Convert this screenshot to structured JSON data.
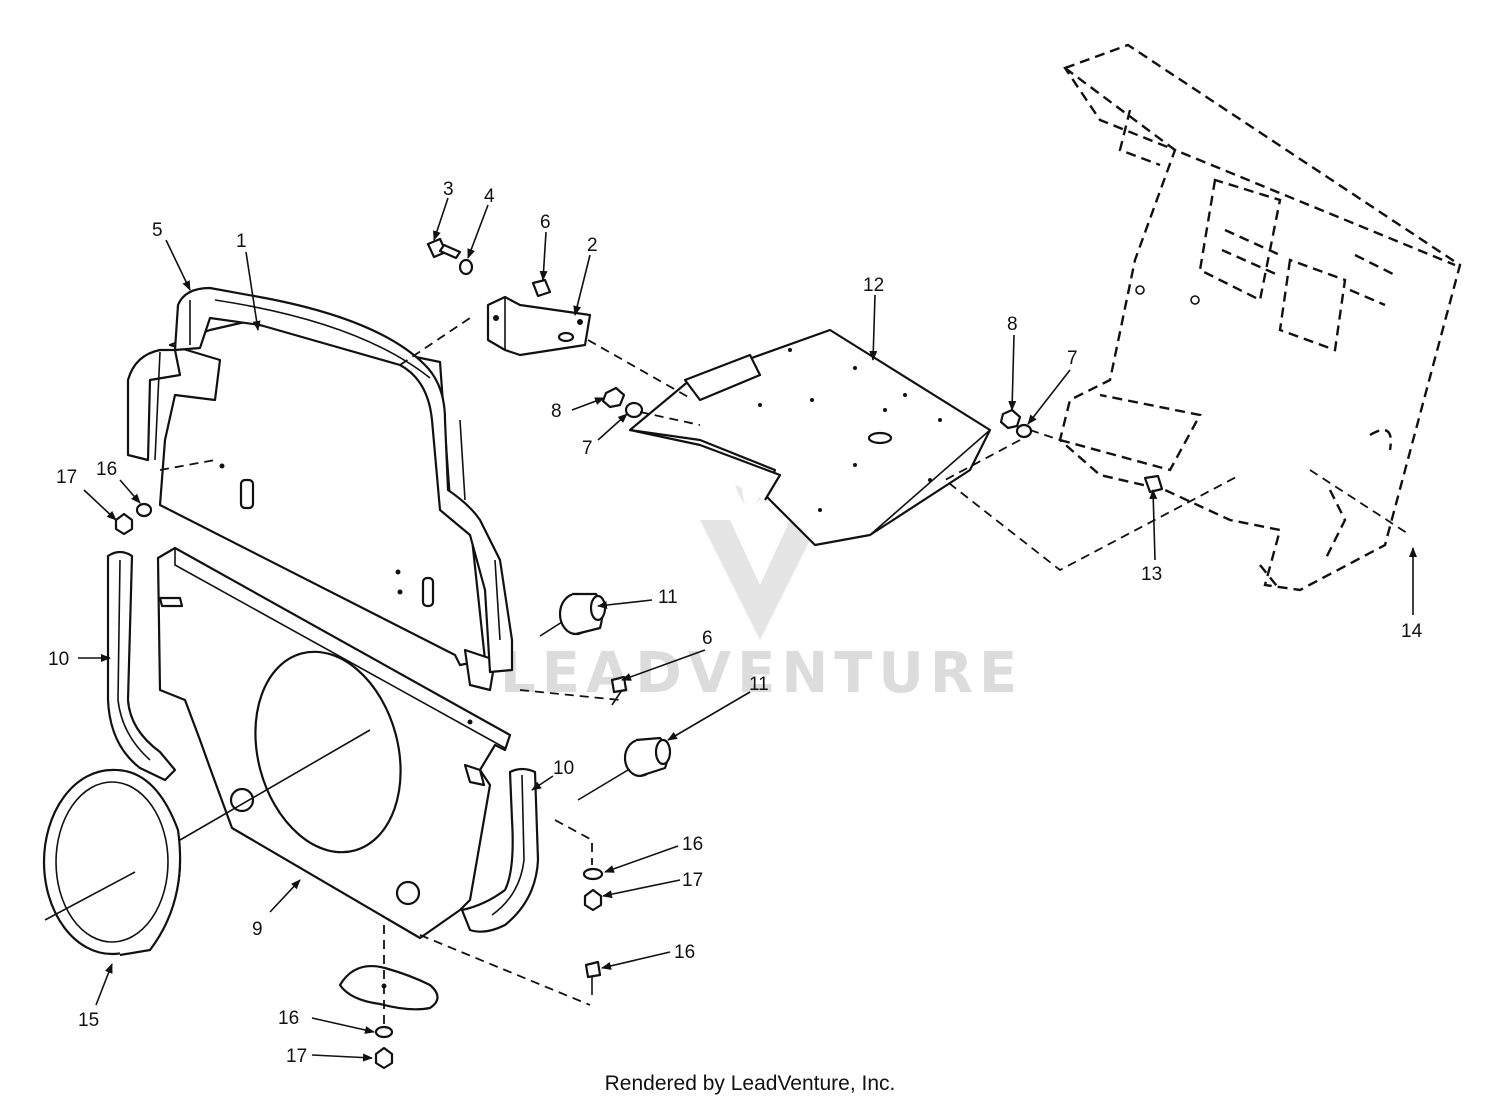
{
  "diagram": {
    "callouts": {
      "c1": "1",
      "c2": "2",
      "c3": "3",
      "c4": "4",
      "c5": "5",
      "c6a": "6",
      "c6b": "6",
      "c7a": "7",
      "c7b": "7",
      "c8a": "8",
      "c8b": "8",
      "c9": "9",
      "c10a": "10",
      "c10b": "10",
      "c11a": "11",
      "c11b": "11",
      "c12": "12",
      "c13": "13",
      "c14": "14",
      "c15": "15",
      "c16a": "16",
      "c16b": "16",
      "c16c": "16",
      "c16d": "16",
      "c17a": "17",
      "c17b": "17",
      "c17c": "17"
    },
    "watermark": "LEADVENTURE"
  },
  "footer": {
    "credit": "Rendered by LeadVenture, Inc."
  }
}
